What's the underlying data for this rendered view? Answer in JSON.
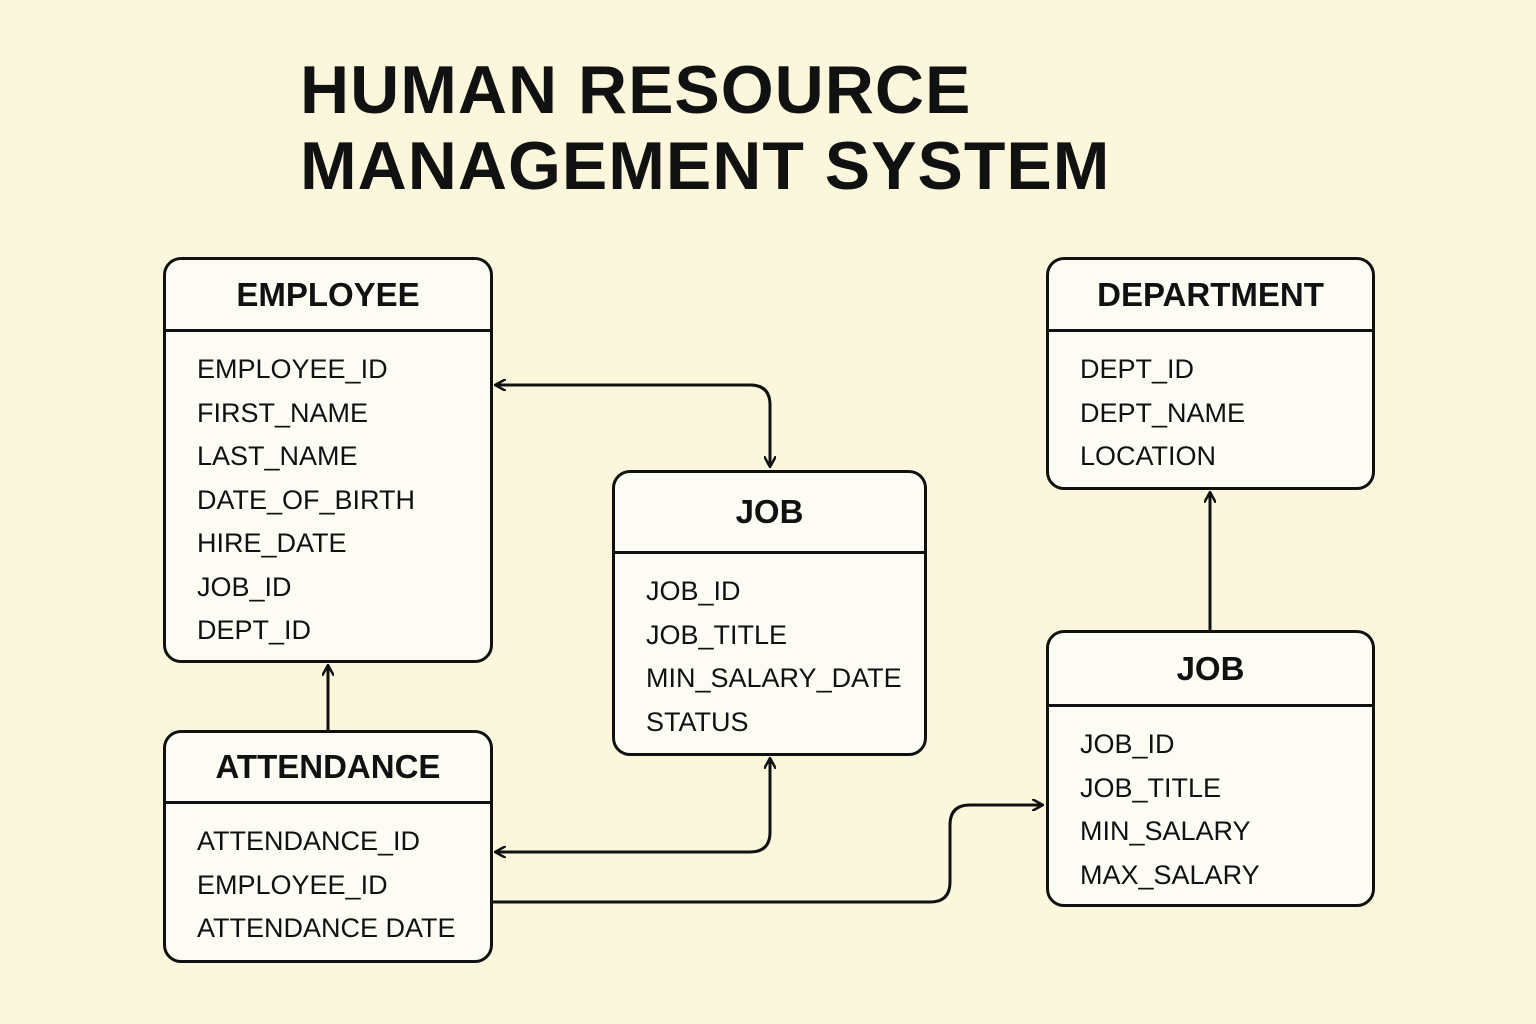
{
  "title": {
    "line1": "HUMAN RESOURCE",
    "line2": "MANAGEMENT SYSTEM"
  },
  "entities": [
    {
      "id": "employee",
      "name": "EMPLOYEE",
      "fields": [
        "EMPLOYEE_ID",
        "FIRST_NAME",
        "LAST_NAME",
        "DATE_OF_BIRTH",
        "HIRE_DATE",
        "JOB_ID",
        "DEPT_ID"
      ]
    },
    {
      "id": "department",
      "name": "DEPARTMENT",
      "fields": [
        "DEPT_ID",
        "DEPT_NAME",
        "LOCATION"
      ]
    },
    {
      "id": "job-center",
      "name": "JOB",
      "fields": [
        "JOB_ID",
        "JOB_TITLE",
        "MIN_SALARY_DATE",
        "STATUS"
      ]
    },
    {
      "id": "job-right",
      "name": "JOB",
      "fields": [
        "JOB_ID",
        "JOB_TITLE",
        "MIN_SALARY",
        "MAX_SALARY"
      ]
    },
    {
      "id": "attendance",
      "name": "ATTENDANCE",
      "fields": [
        "ATTENDANCE_ID",
        "EMPLOYEE_ID",
        "ATTENDANCE DATE"
      ]
    }
  ],
  "relationships": [
    {
      "from": "employee",
      "to": "job-center",
      "bidirectional": true
    },
    {
      "from": "attendance",
      "to": "employee",
      "bidirectional": false
    },
    {
      "from": "attendance",
      "to": "job-center",
      "bidirectional": true
    },
    {
      "from": "attendance",
      "to": "job-right",
      "bidirectional": false
    },
    {
      "from": "job-right",
      "to": "department",
      "bidirectional": false
    }
  ]
}
